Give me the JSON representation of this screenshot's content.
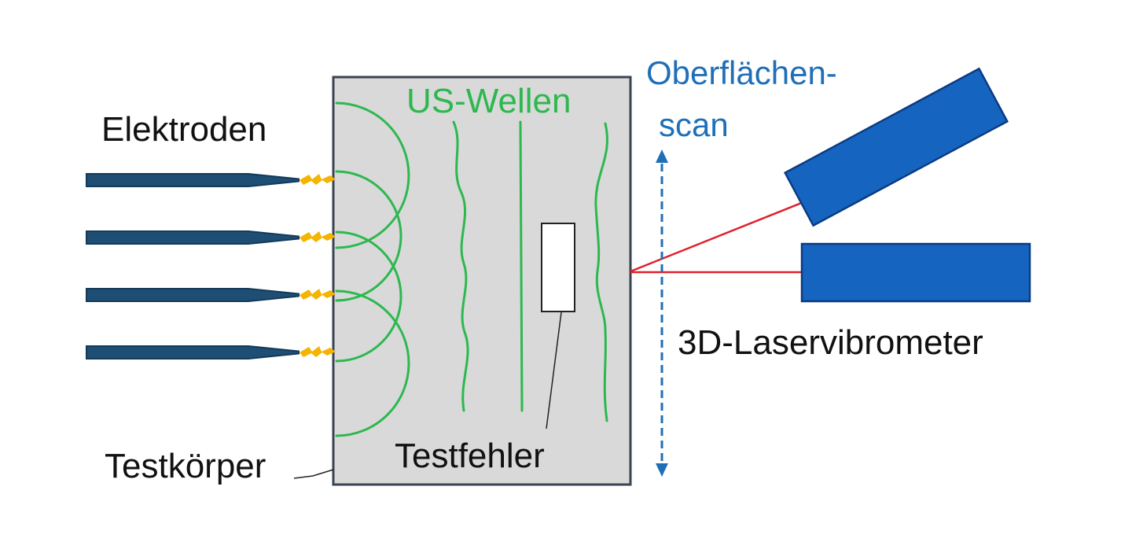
{
  "labels": {
    "electrodes": "Elektroden",
    "us_waves": "US-Wellen",
    "surface_scan_line1": "Oberflächen-",
    "surface_scan_line2": "scan",
    "laser_vibrometer": "3D-Laservibrometer",
    "test_defect": "Testfehler",
    "test_body": "Testkörper"
  },
  "components": {
    "electrode_count": 4,
    "vibrometer_count": 2
  },
  "colors": {
    "electrode": "#1e4e73",
    "spark": "#f4b400",
    "wave": "#2db84f",
    "test_body_fill": "#d9d9d9",
    "test_body_stroke": "#3a4450",
    "scan_arrow": "#1f6fb8",
    "vibrometer": "#1565c0",
    "vibrometer_stroke": "#0b3a82",
    "laser": "#e0202a",
    "defect_fill": "#ffffff",
    "leader_line": "#222222"
  }
}
